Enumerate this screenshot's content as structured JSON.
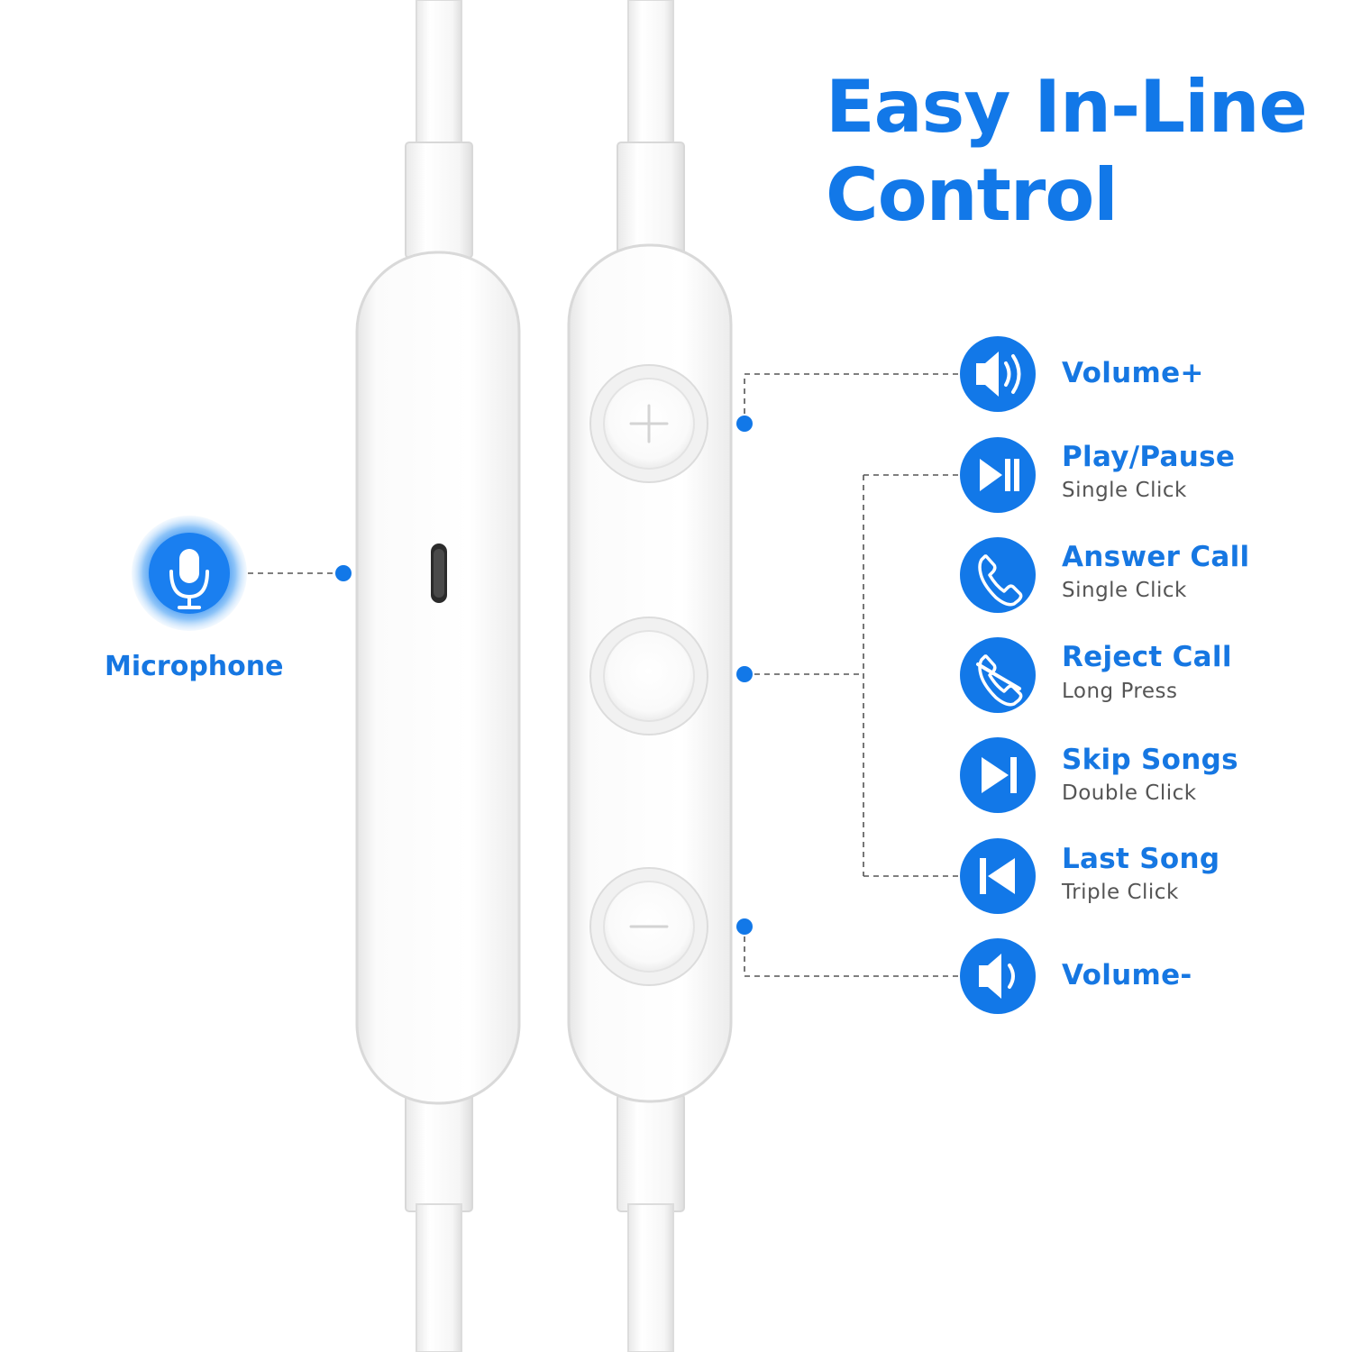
{
  "title": {
    "line1": "Easy In-Line",
    "line2": "Control"
  },
  "accent_color": "#1278e8",
  "microphone": {
    "label": "Microphone",
    "icon": "microphone-icon"
  },
  "controls": [
    {
      "label": "Volume+",
      "sub": "",
      "icon": "volume-up-icon"
    },
    {
      "label": "Play/Pause",
      "sub": "Single Click",
      "icon": "play-pause-icon"
    },
    {
      "label": "Answer Call",
      "sub": "Single Click",
      "icon": "phone-icon"
    },
    {
      "label": "Reject Call",
      "sub": "Long Press",
      "icon": "reject-call-icon"
    },
    {
      "label": "Skip Songs",
      "sub": "Double Click",
      "icon": "skip-next-icon"
    },
    {
      "label": "Last Song",
      "sub": "Triple Click",
      "icon": "skip-previous-icon"
    },
    {
      "label": "Volume-",
      "sub": "",
      "icon": "volume-down-icon"
    }
  ],
  "remote_buttons": [
    {
      "name": "plus-button",
      "symbol": "+"
    },
    {
      "name": "center-button",
      "symbol": ""
    },
    {
      "name": "minus-button",
      "symbol": "−"
    }
  ]
}
